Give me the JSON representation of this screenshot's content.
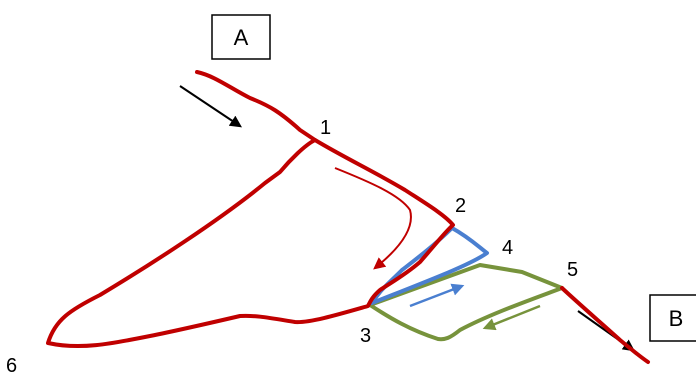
{
  "boxes": {
    "a": "A",
    "b": "B"
  },
  "nodes": {
    "n1": "1",
    "n2": "2",
    "n3": "3",
    "n4": "4",
    "n5": "5",
    "n6": "6"
  },
  "colors": {
    "main_path": "#c00000",
    "blue_loop": "#4a7fd0",
    "green_loop": "#77933c",
    "arrow": "#000000"
  }
}
